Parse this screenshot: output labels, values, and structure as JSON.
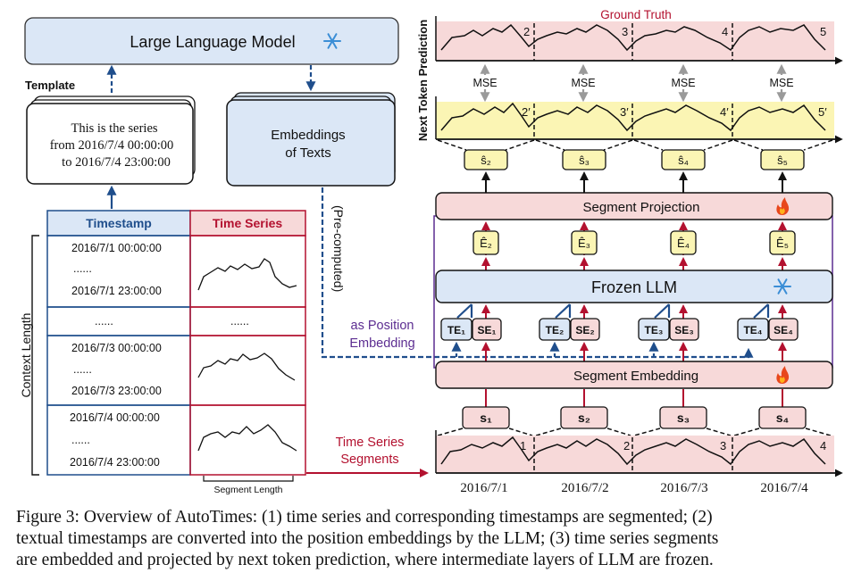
{
  "llm": {
    "title": "Large Language Model"
  },
  "template": {
    "label": "Template",
    "line1": "This is the series",
    "line2": "from 2016/7/4 00:00:00",
    "line3": "to 2016/7/4 23:00:00"
  },
  "embeddings": {
    "line1": "Embeddings",
    "line2": "of Texts"
  },
  "precomputed": "(Pre-computed)",
  "position_label": {
    "line1": "as Position",
    "line2": "Embedding"
  },
  "table": {
    "col_timestamp": "Timestamp",
    "col_series": "Time Series",
    "rows": [
      {
        "start": "2016/7/1  00:00:00",
        "dots": "......",
        "end": "2016/7/1  23:00:00"
      },
      {
        "start": "......",
        "dots": "",
        "end": ""
      },
      {
        "start": "2016/7/3  00:00:00",
        "dots": "......",
        "end": "2016/7/3  23:00:00"
      },
      {
        "start": "2016/7/4  00:00:00",
        "dots": "......",
        "end": "2016/7/4  23:00:00"
      }
    ],
    "series_dots": "......",
    "context_length": "Context Length",
    "segment_length": "Segment Length"
  },
  "ts_segments_label": {
    "line1": "Time Series",
    "line2": "Segments"
  },
  "ground_truth": "Ground Truth",
  "next_token_prediction": "Next Token Prediction",
  "mse": "MSE",
  "gt_numbers": [
    "2",
    "3",
    "4",
    "5"
  ],
  "pred_numbers": [
    "2′",
    "3′",
    "4′",
    "5′"
  ],
  "input_numbers": [
    "1",
    "2",
    "3",
    "4"
  ],
  "shat": [
    "ŝ₂",
    "ŝ₃",
    "ŝ₄",
    "ŝ₅"
  ],
  "ehat": [
    "Ê₂",
    "Ê₃",
    "Ê₄",
    "Ê₅"
  ],
  "te": [
    "TE₁",
    "TE₂",
    "TE₃",
    "TE₄"
  ],
  "se": [
    "SE₁",
    "SE₂",
    "SE₃",
    "SE₄"
  ],
  "s": [
    "s₁",
    "s₂",
    "s₃",
    "s₄"
  ],
  "segment_projection": "Segment Projection",
  "frozen_llm": "Frozen LLM",
  "segment_embedding": "Segment Embedding",
  "dates": [
    "2016/7/1",
    "2016/7/2",
    "2016/7/3",
    "2016/7/4"
  ],
  "caption": {
    "line1": "Figure 3: Overview of AutoTimes: (1) time series and corresponding timestamps are segmented; (2)",
    "line2": "textual timestamps are converted into the position embeddings by the LLM; (3) time series segments",
    "line3": "are embedded and projected by next token prediction, where intermediate layers of LLM are frozen."
  },
  "colors": {
    "blue_fill": "#dbe7f6",
    "blue_border": "#1f4e8c",
    "pink_fill": "#f7d9d9",
    "yellow_fill": "#fbf5b4",
    "red_arrow": "#b3112f",
    "purple_text": "#5c2d91"
  }
}
